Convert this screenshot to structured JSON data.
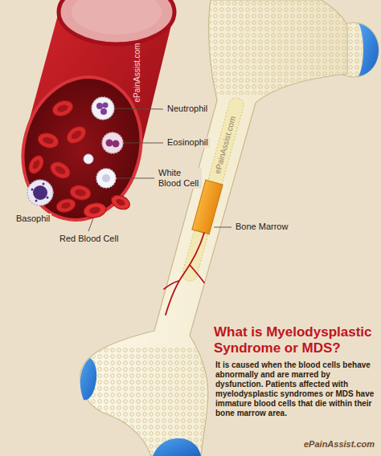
{
  "diagram": {
    "title": "What is Myelodysplastic Syndrome or MDS?",
    "caption": "It is caused when the blood cells behave abnormally and are marred by dysfunction. Patients affected with myelodysplastic syndromes or MDS have immature blood cells that die within their bone marrow area.",
    "labels": [
      "Neutrophil",
      "Eosinophil",
      "White Blood Cell",
      "Basophil",
      "Red Blood Cell",
      "Bone Marrow",
      "ePainAssist.com",
      "ePainAssist.com",
      "ePainAssist.com"
    ]
  }
}
